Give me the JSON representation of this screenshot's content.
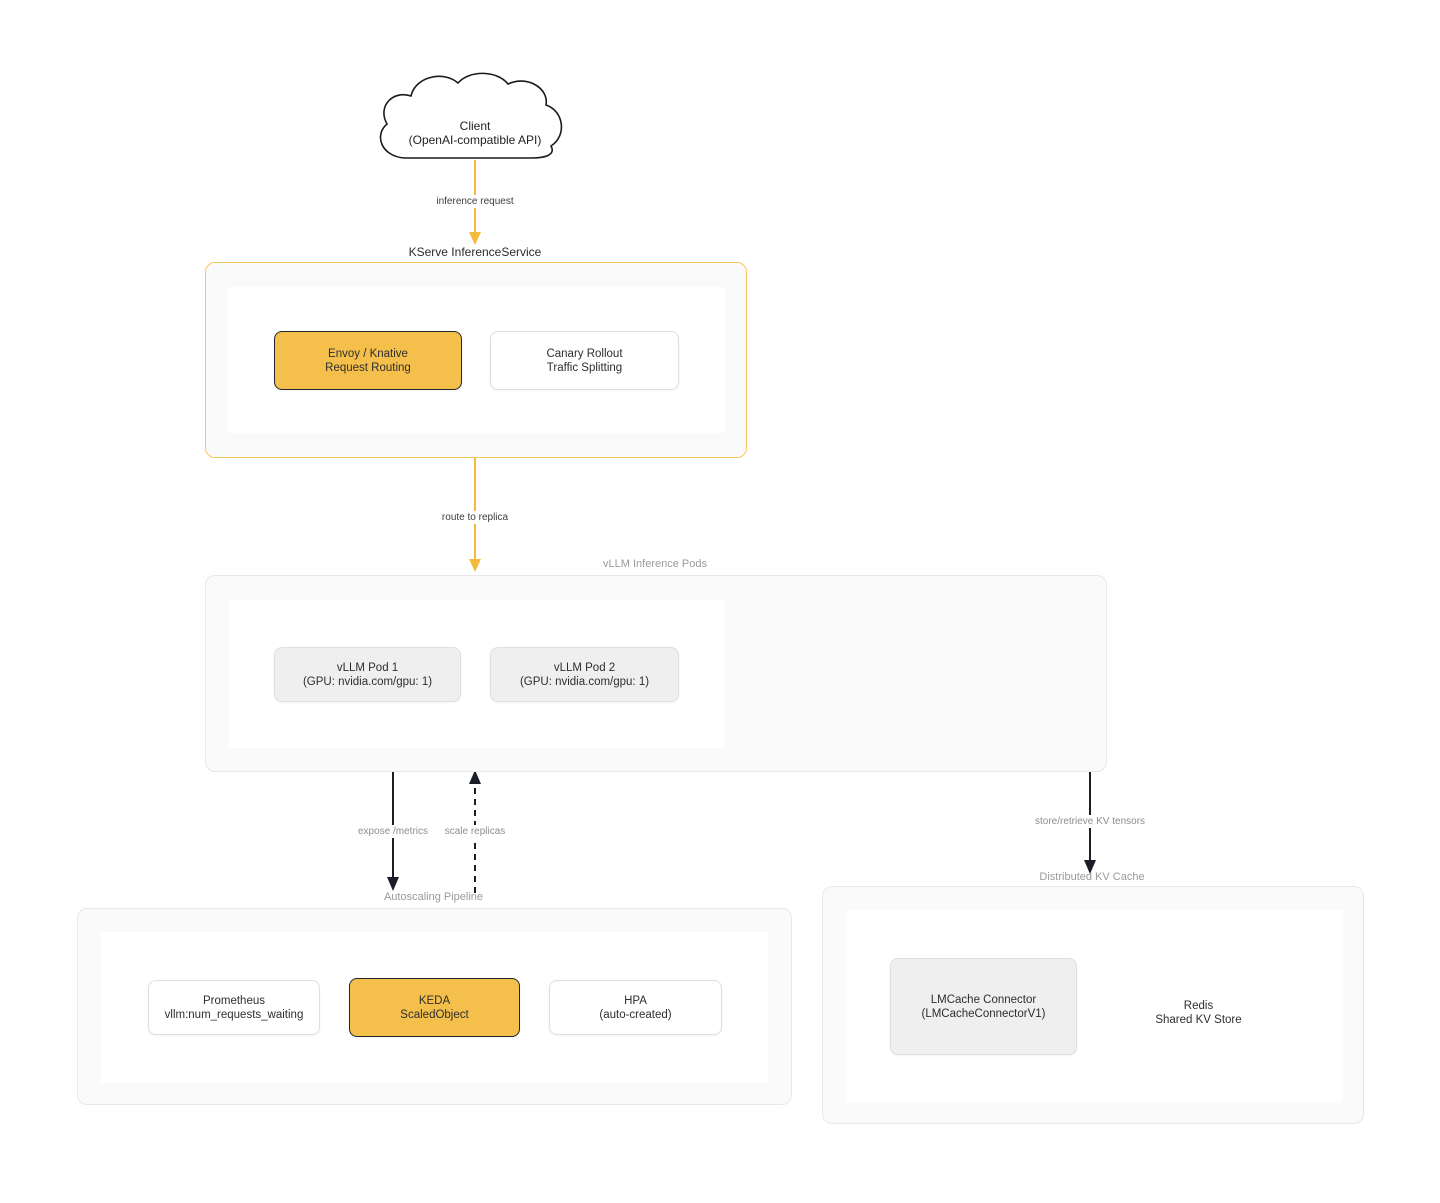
{
  "colors": {
    "accent_orange": "#F5B93E",
    "kserve_border_orange": "#F7C75F",
    "highlight_node_fill": "#F4C04B",
    "dark_arrow": "#1B1E28",
    "container_fill": "#FAFAFA",
    "gray_node_fill": "#EFEFEF"
  },
  "cloud": {
    "line1": "Client",
    "line2": "(OpenAI-compatible API)"
  },
  "edge_labels": {
    "inference_request": "inference request",
    "route_to_replica": "route to replica",
    "expose_metrics": "expose /metrics",
    "scale_replicas": "scale replicas",
    "store_retrieve_kv": "store/retrieve KV tensors"
  },
  "containers": {
    "kserve": {
      "label": "KServe InferenceService"
    },
    "vllm_pods": {
      "label": "vLLM Inference Pods"
    },
    "autoscaling": {
      "label": "Autoscaling Pipeline"
    },
    "kv_cache": {
      "label": "Distributed KV Cache"
    }
  },
  "nodes": {
    "envoy": {
      "line1": "Envoy / Knative",
      "line2": "Request Routing"
    },
    "canary": {
      "line1": "Canary Rollout",
      "line2": "Traffic Splitting"
    },
    "vllm_pod_1": {
      "line1": "vLLM Pod 1",
      "line2": "(GPU: nvidia.com/gpu: 1)"
    },
    "vllm_pod_2": {
      "line1": "vLLM Pod 2",
      "line2": "(GPU: nvidia.com/gpu: 1)"
    },
    "prometheus": {
      "line1": "Prometheus",
      "line2": "vllm:num_requests_waiting"
    },
    "keda": {
      "line1": "KEDA",
      "line2": "ScaledObject"
    },
    "hpa": {
      "line1": "HPA",
      "line2": "(auto-created)"
    },
    "lmcache": {
      "line1": "LMCache Connector",
      "line2": "(LMCacheConnectorV1)"
    },
    "redis": {
      "line1": "Redis",
      "line2": "Shared KV Store"
    }
  }
}
